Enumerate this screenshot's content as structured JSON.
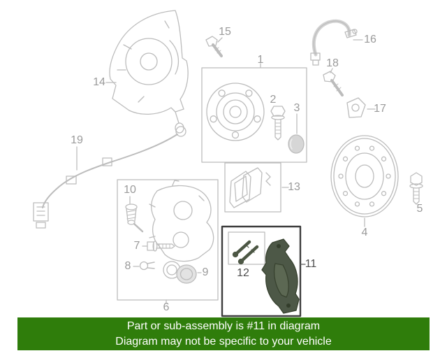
{
  "banner": {
    "line1": "Part or sub-assembly is #11 in diagram",
    "line2": "Diagram may not be specific to your vehicle"
  },
  "colors": {
    "banner_bg": "#2f7d0b",
    "banner_text": "#ffffff",
    "line_art": "#bcbcbc",
    "callout_text": "#9a9a9a",
    "highlight_part": "#4d5847",
    "highlight_box_border": "#3d3d3d"
  },
  "diagram": {
    "type": "exploded-parts-diagram",
    "highlighted_part": "11",
    "callouts": [
      {
        "id": "1",
        "label": "1"
      },
      {
        "id": "2",
        "label": "2"
      },
      {
        "id": "3",
        "label": "3"
      },
      {
        "id": "4",
        "label": "4"
      },
      {
        "id": "5",
        "label": "5"
      },
      {
        "id": "6",
        "label": "6"
      },
      {
        "id": "7",
        "label": "7"
      },
      {
        "id": "8",
        "label": "8"
      },
      {
        "id": "9",
        "label": "9"
      },
      {
        "id": "10",
        "label": "10"
      },
      {
        "id": "11",
        "label": "11"
      },
      {
        "id": "12",
        "label": "12"
      },
      {
        "id": "13",
        "label": "13"
      },
      {
        "id": "14",
        "label": "14"
      },
      {
        "id": "15",
        "label": "15"
      },
      {
        "id": "16",
        "label": "16"
      },
      {
        "id": "17",
        "label": "17"
      },
      {
        "id": "18",
        "label": "18"
      },
      {
        "id": "19",
        "label": "19"
      }
    ]
  }
}
